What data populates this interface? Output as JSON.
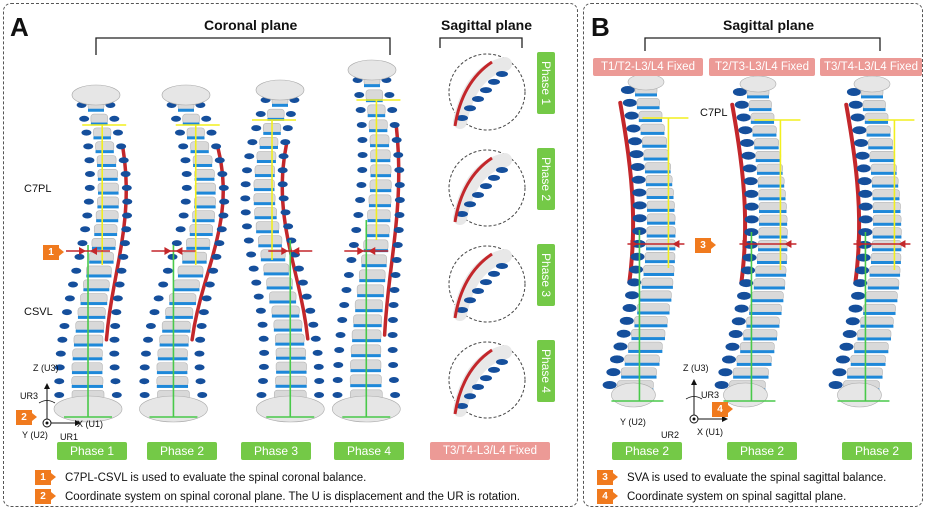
{
  "panel_a": {
    "letter": "A",
    "coronal_title": "Coronal plane",
    "sagittal_title": "Sagittal plane",
    "phase_labels": [
      "Phase 1",
      "Phase 2",
      "Phase 3",
      "Phase 4"
    ],
    "vertical_phase_labels": [
      "Phase 1",
      "Phase 2",
      "Phase 3",
      "Phase 4"
    ],
    "fixed_label": "T3/T4-L3/L4 Fixed",
    "c7pl_label": "C7PL",
    "csvl_label": "CSVL",
    "badge_1": "1",
    "badge_2": "2",
    "axes": {
      "z": "Z (U3)",
      "ur3": "UR3",
      "x": "X (U1)",
      "y": "Y (U2)",
      "ur1": "UR1"
    },
    "notes": [
      {
        "badge": "1",
        "text": "C7PL-CSVL is used to evaluate the spinal coronal balance."
      },
      {
        "badge": "2",
        "text": "Coordinate system on spinal coronal plane. The U is displacement and the UR is rotation."
      }
    ]
  },
  "panel_b": {
    "letter": "B",
    "title": "Sagittal plane",
    "fixed_labels": [
      "T1/T2-L3/L4 Fixed",
      "T2/T3-L3/L4 Fixed",
      "T3/T4-L3/L4 Fixed"
    ],
    "phase_labels": [
      "Phase 2",
      "Phase 2",
      "Phase 2"
    ],
    "c7pl_label": "C7PL",
    "badge_3": "3",
    "badge_4": "4",
    "axes": {
      "z": "Z (U3)",
      "ur3": "UR3",
      "y": "Y (U2)",
      "x": "X (U1)",
      "ur2": "UR2"
    },
    "notes": [
      {
        "badge": "3",
        "text": "SVA is used to evaluate the spinal sagittal balance."
      },
      {
        "badge": "4",
        "text": "Coordinate system on spinal sagittal plane."
      }
    ]
  },
  "colors": {
    "bone": "#d9d9d9",
    "disc": "#1e88d9",
    "process": "#154f9c",
    "rod": "#c3272b",
    "c7pl_line": "#f2ef1f",
    "csvl_line": "#49c94a",
    "tag_green": "#74c947",
    "tag_red": "#ec9a96",
    "badge_orange": "#f07a1e"
  }
}
